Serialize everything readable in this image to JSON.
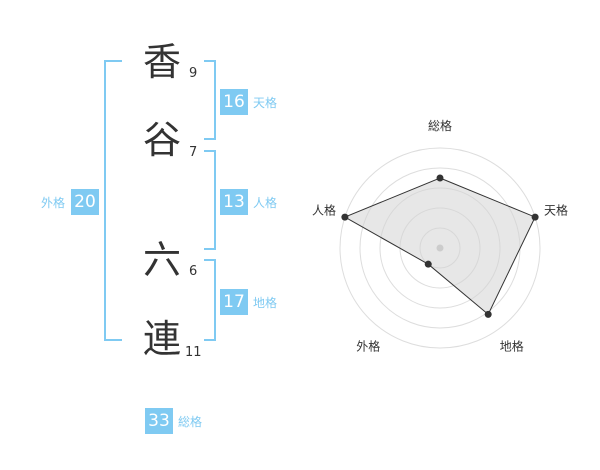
{
  "name": {
    "chars": [
      {
        "char": "香",
        "strokes": "9"
      },
      {
        "char": "谷",
        "strokes": "7"
      },
      {
        "char": "六",
        "strokes": "6"
      },
      {
        "char": "連",
        "strokes": "11"
      }
    ]
  },
  "scores": {
    "tenkaku": {
      "value": "16",
      "label": "天格"
    },
    "jinkaku": {
      "value": "13",
      "label": "人格"
    },
    "chikaku": {
      "value": "17",
      "label": "地格"
    },
    "gaikaku": {
      "value": "20",
      "label": "外格"
    },
    "soukaku": {
      "value": "33",
      "label": "総格"
    }
  },
  "colors": {
    "accent": "#7fcaf2",
    "text": "#333333",
    "grid": "#dddddd",
    "fill": "#eeeeee"
  },
  "chart_data": {
    "type": "radar",
    "axes": [
      "総格",
      "天格",
      "地格",
      "外格",
      "人格"
    ],
    "values": [
      0.7,
      1.0,
      0.82,
      0.2,
      1.0
    ],
    "scale_max": 1.0,
    "rings": 5
  }
}
